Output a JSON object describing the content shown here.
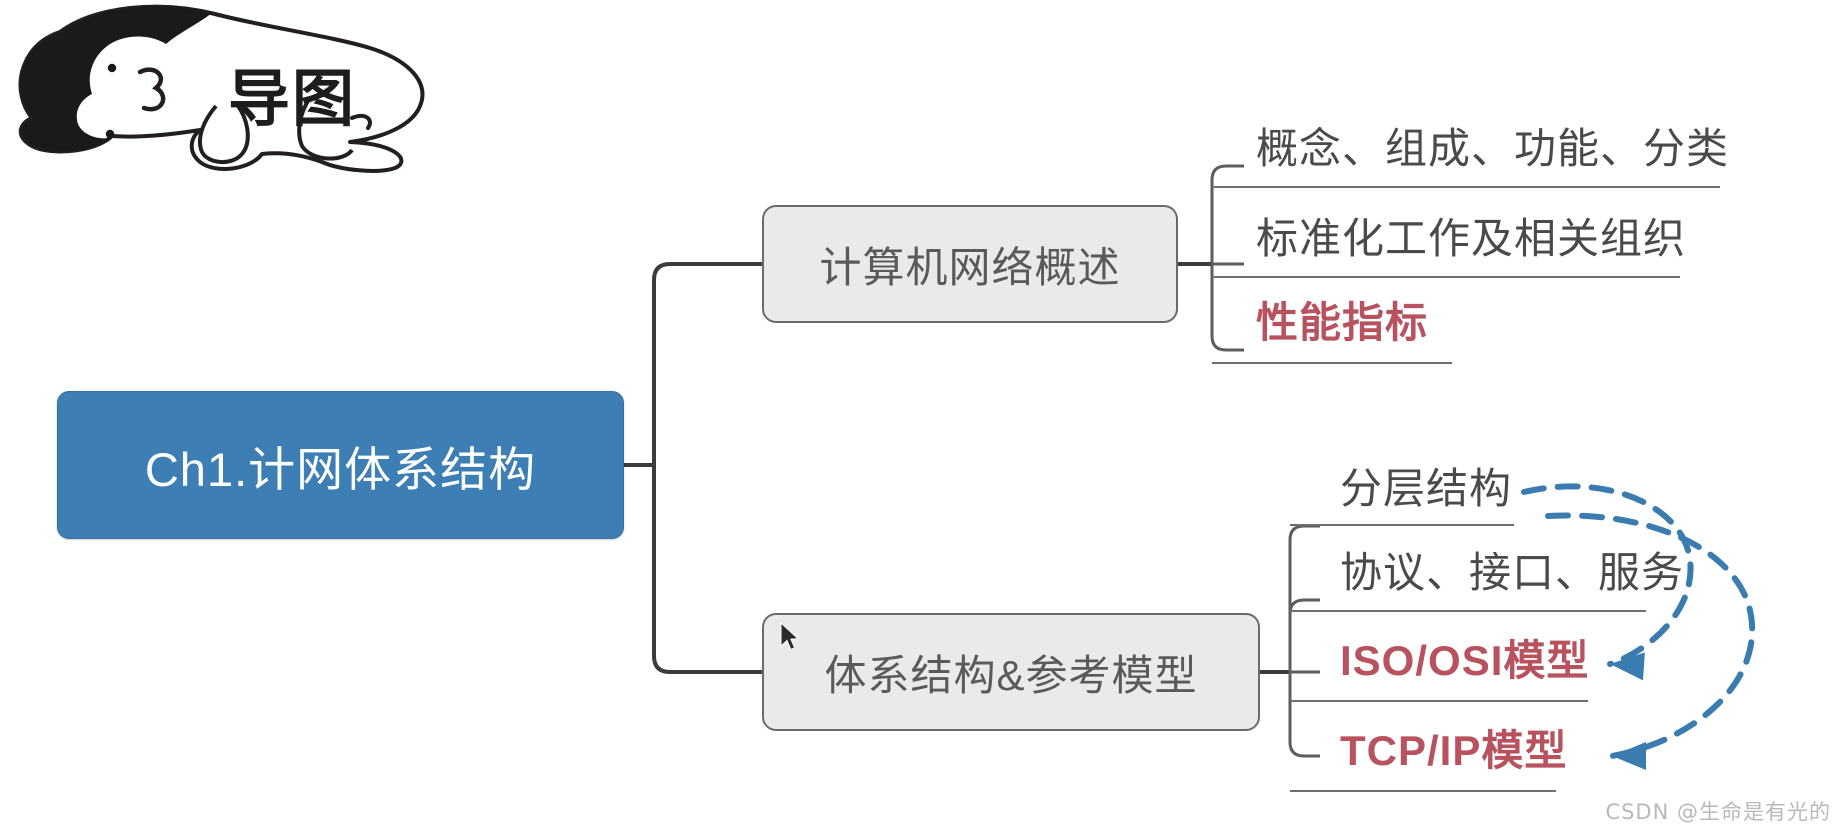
{
  "mascot": {
    "label": "导图",
    "icon": "sleeping-cat-illustration"
  },
  "mindmap": {
    "root": {
      "label": "Ch1.计网体系结构",
      "color": "#3d7fb5",
      "text_color": "#ffffff"
    },
    "branches": [
      {
        "label": "计算机网络概述",
        "color": "#eaeaea",
        "text_color": "#5a5a5a",
        "leaves": [
          {
            "label": "概念、组成、功能、分类",
            "highlight": false,
            "color": "#4a4a4a"
          },
          {
            "label": "标准化工作及相关组织",
            "highlight": false,
            "color": "#4a4a4a"
          },
          {
            "label": "性能指标",
            "highlight": true,
            "color": "#b7525e"
          }
        ]
      },
      {
        "label": "体系结构&参考模型",
        "color": "#eaeaea",
        "text_color": "#5a5a5a",
        "leaves": [
          {
            "label": "分层结构",
            "highlight": false,
            "color": "#4a4a4a"
          },
          {
            "label": "协议、接口、服务",
            "highlight": false,
            "color": "#4a4a4a"
          },
          {
            "label": "ISO/OSI模型",
            "highlight": true,
            "color": "#b7525e"
          },
          {
            "label": "TCP/IP模型",
            "highlight": true,
            "color": "#b7525e"
          }
        ]
      }
    ]
  },
  "annotations": {
    "arrow_color": "#3a7cb0",
    "arrows": [
      {
        "name": "dashed-arrow-to-iso-osi",
        "from": "分层结构",
        "to": "ISO/OSI模型"
      },
      {
        "name": "dashed-arrow-to-tcp-ip",
        "from": "分层结构",
        "to": "TCP/IP模型"
      }
    ]
  },
  "cursor": {
    "name": "mouse-pointer"
  },
  "watermark": {
    "text": "CSDN @生命是有光的"
  }
}
